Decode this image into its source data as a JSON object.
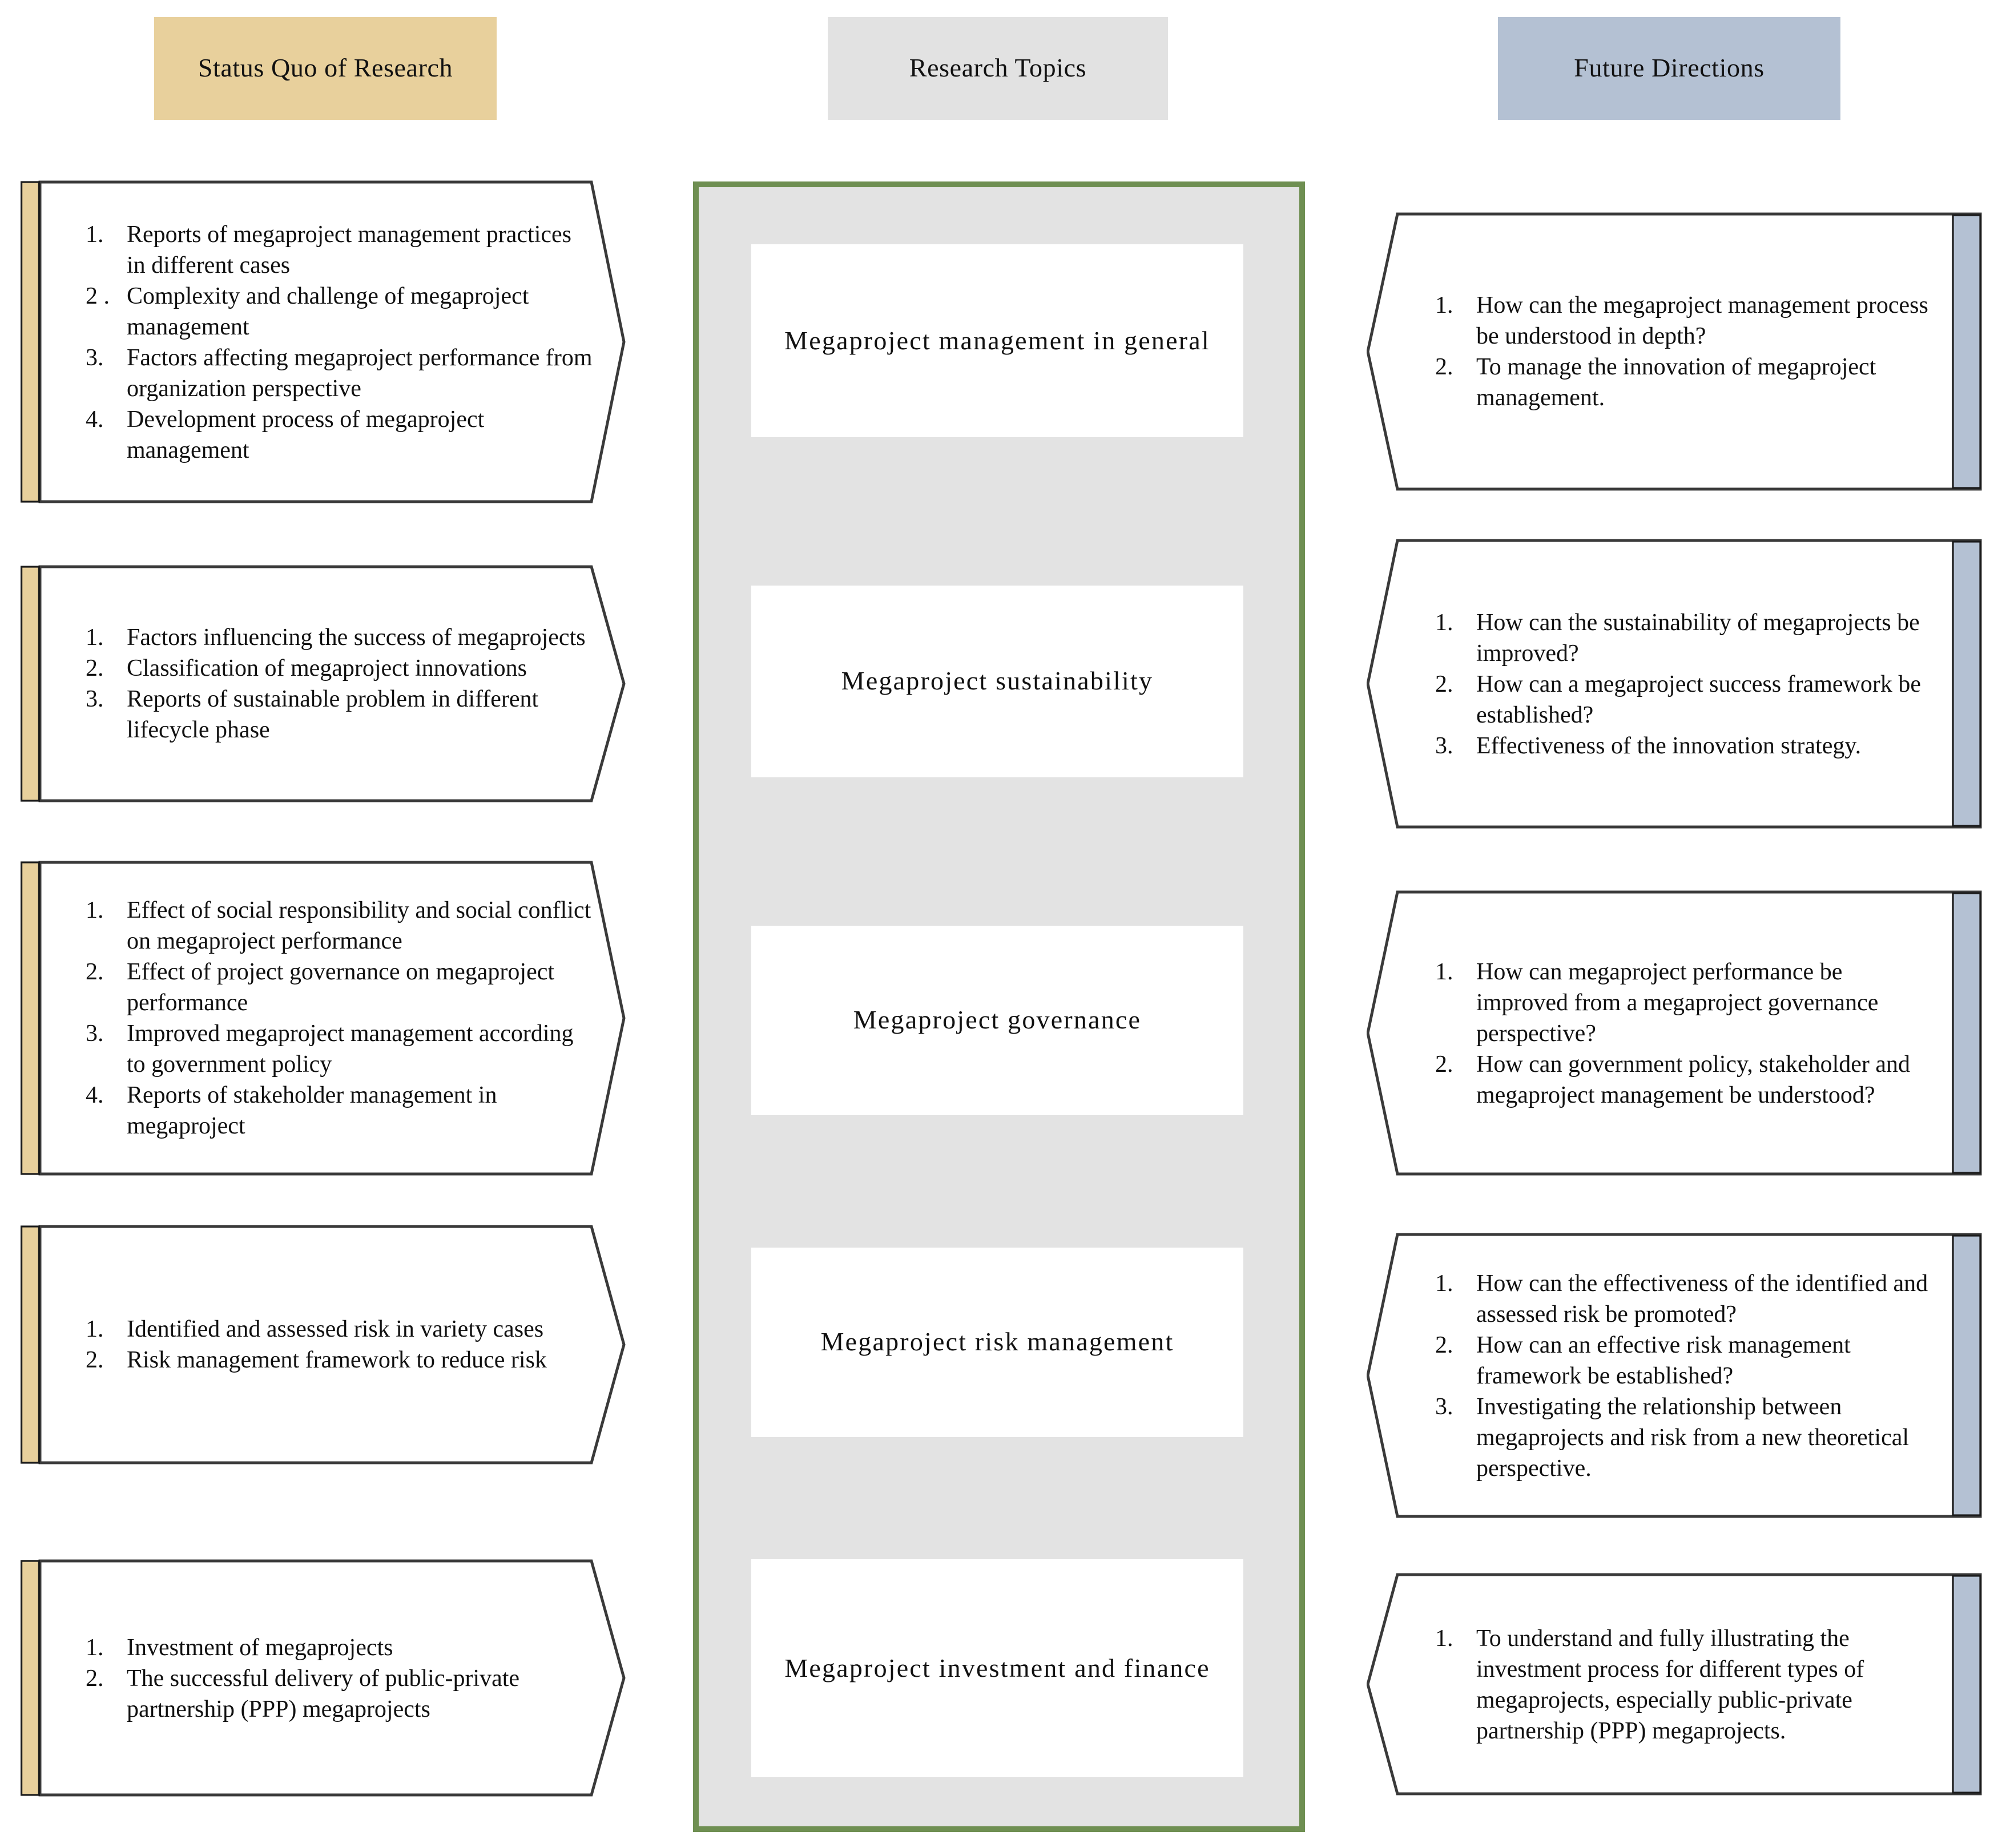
{
  "headers": {
    "status_quo": "Status Quo of Research",
    "topics": "Research Topics",
    "future": "Future Directions"
  },
  "colors": {
    "status_quo_accent": "#e8d09c",
    "topics_accent": "#e2e2e2",
    "future_accent": "#b4c1d3",
    "panel_fill": "#e3e3e3",
    "panel_border": "#6f8f52",
    "box_border": "#3a3a3a"
  },
  "rows": [
    {
      "topic": "Megaproject management in general",
      "status_quo": [
        "1. Reports of megaproject management practices in different cases",
        "2 .Complexity and challenge of megaproject management",
        "3. Factors affecting megaproject performance from organization perspective",
        "4. Development process of megaproject management"
      ],
      "future_directions": [
        "1. How can the megaproject management process be understood in depth?",
        "2. To manage the  innovation of megaproject management."
      ]
    },
    {
      "topic": "Megaproject sustainability",
      "status_quo": [
        "1. Factors influencing the success of megaprojects",
        "2. Classification of megaproject innovations",
        "3. Reports of sustainable problem in different lifecycle phase"
      ],
      "future_directions": [
        "1. How can the sustainability of megaprojects be improved?",
        "2. How can a megaproject success framework be established?",
        "3. Effectiveness of the innovation strategy."
      ]
    },
    {
      "topic": "Megaproject governance",
      "status_quo": [
        "1. Effect of social responsibility and social conflict on megaproject performance",
        "2. Effect of project governance on megaproject performance",
        "3. Improved megaproject management according to government policy",
        "4. Reports of stakeholder management in megaproject"
      ],
      "future_directions": [
        "1. How can megaproject performance be improved from a megaproject governance perspective?",
        "2. How can government policy, stakeholder and megaproject management be understood?"
      ]
    },
    {
      "topic": "Megaproject risk management",
      "status_quo": [
        "1. Identified and assessed risk in variety cases",
        "2. Risk management framework to reduce risk"
      ],
      "future_directions": [
        "1. How can the effectiveness of the identified and assessed risk be promoted?",
        "2. How can an effective risk management framework be established?",
        "3. Investigating the relationship between megaprojects and risk from a new theoretical perspective."
      ]
    },
    {
      "topic": "Megaproject investment and finance",
      "status_quo": [
        "1. Investment of megaprojects",
        "2. The successful delivery of public-private partnership (PPP) megaprojects"
      ],
      "future_directions": [
        "1. To understand and fully illustrating the investment process for different types of megaprojects, especially public-private partnership (PPP) megaprojects."
      ]
    }
  ]
}
